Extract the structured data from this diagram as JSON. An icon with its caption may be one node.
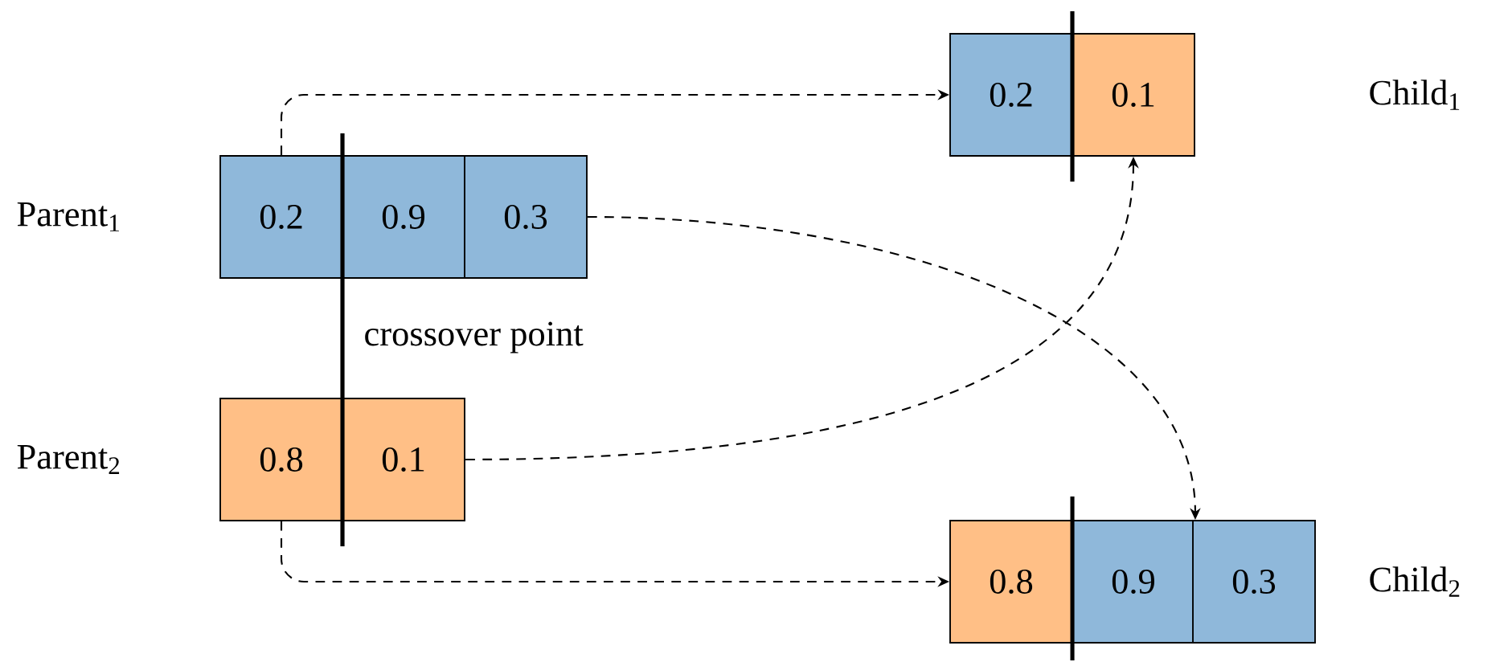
{
  "diagram": {
    "nodes": [
      {
        "text": [
          "0.2"
        ]
      },
      {
        "text": [
          "0.9"
        ]
      },
      {
        "text": [
          "0.3"
        ]
      },
      {
        "text": [
          "0.8"
        ]
      },
      {
        "text": [
          "0.1"
        ]
      },
      {
        "text": [
          "0.2"
        ]
      },
      {
        "text": [
          "0.1"
        ]
      },
      {
        "text": [
          "0.8"
        ]
      },
      {
        "text": [
          "0.9"
        ]
      },
      {
        "text": [
          "0.3"
        ]
      }
    ],
    "edges": [
      {
        "from": 0,
        "to": 5,
        "arrow": "to",
        "style": "dashed"
      },
      {
        "from": 2,
        "to": 8,
        "arrow": "to",
        "style": "dashed"
      },
      {
        "from": 4,
        "to": 6,
        "arrow": "to",
        "style": "dashed"
      },
      {
        "from": 3,
        "to": 7,
        "arrow": "to",
        "style": "dashed"
      }
    ],
    "labels": [
      "Child$_{1}$",
      "Parent$_{1}$",
      "crossover point",
      "Parent$_{2}$",
      "Child$_{2}$"
    ]
  }
}
